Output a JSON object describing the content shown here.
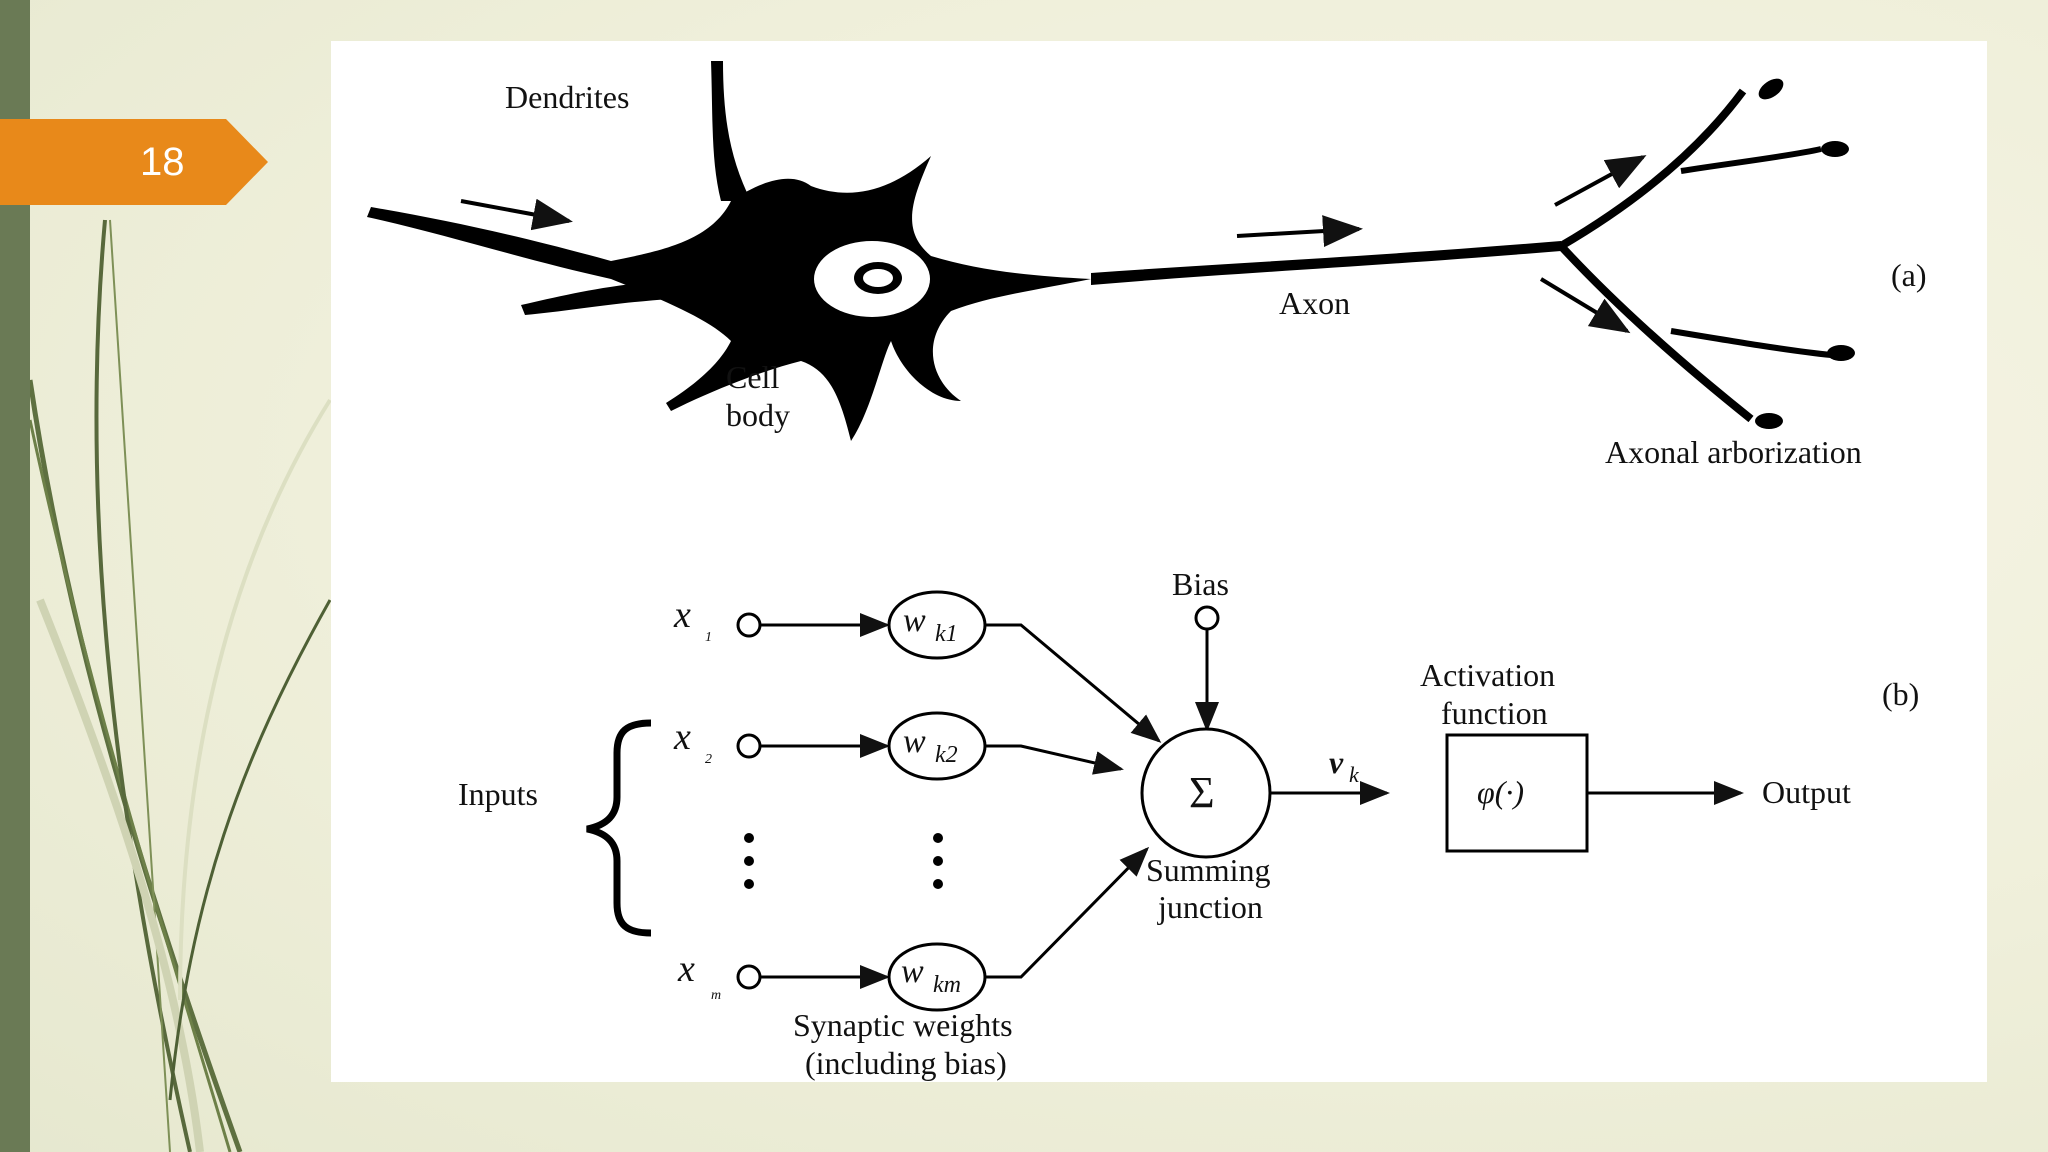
{
  "slide": {
    "number": "18",
    "accent_color": "#e8891a",
    "side_bar_color": "#6a7a55"
  },
  "figure_a": {
    "label": "(a)",
    "dendrites_label": "Dendrites",
    "cell_body_label_line1": "Cell",
    "cell_body_label_line2": "body",
    "axon_label": "Axon",
    "axonal_arborization_label": "Axonal arborization"
  },
  "figure_b": {
    "label": "(b)",
    "inputs_label": "Inputs",
    "inputs": [
      {
        "symbol": "x",
        "subscript": "1"
      },
      {
        "symbol": "x",
        "subscript": "2"
      },
      {
        "symbol": "x",
        "subscript": "m"
      }
    ],
    "weights": [
      {
        "symbol": "w",
        "subscript": "k1"
      },
      {
        "symbol": "w",
        "subscript": "k2"
      },
      {
        "symbol": "w",
        "subscript": "km"
      }
    ],
    "bias_label": "Bias",
    "summing_symbol": "Σ",
    "summing_label_line1": "Summing",
    "summing_label_line2": "junction",
    "induced_field_symbol": "v",
    "induced_field_subscript": "k",
    "activation_label_line1": "Activation",
    "activation_label_line2": "function",
    "activation_symbol": "φ(·)",
    "output_label": "Output",
    "synaptic_label_line1": "Synaptic weights",
    "synaptic_label_line2": "(including bias)"
  }
}
